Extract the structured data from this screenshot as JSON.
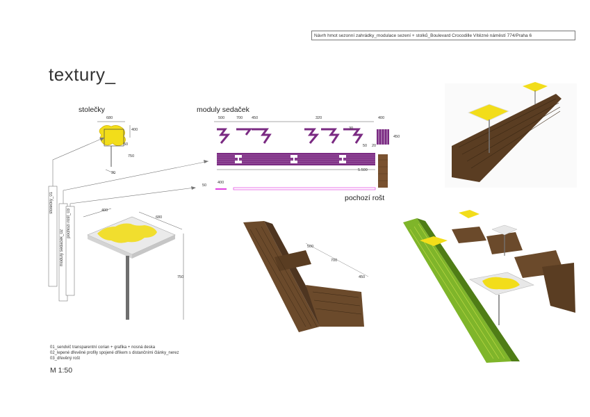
{
  "header": {
    "project_title": "Návrh hmot sezonní zahrádky_modulace sezení + stolků_Boulevard Crocodille Vítězné náměstí 774/Praha 6",
    "page_title": "textury_"
  },
  "sections": {
    "tables": "stolečky",
    "seat_modules": "moduly sedaček",
    "walkway_grate": "pochozí rošt"
  },
  "dimensions": {
    "table_width": "680",
    "table_depth": "400",
    "table_mid": "50",
    "table_height": "750",
    "table_leg": "30",
    "seat_a": "500",
    "seat_b": "700",
    "seat_c": "450",
    "seat_d": "320",
    "seat_e": "400",
    "seat_h1": "30",
    "seat_h2": "50",
    "seat_h3": "20",
    "seat_h4": "450",
    "seat_total": "5.500",
    "grate_height": "50",
    "grate_width": "400",
    "persp_table_w": "400",
    "persp_table_d": "680",
    "persp_table_h": "750",
    "render_dim_1": "500",
    "render_dim_2": "700",
    "render_dim_3": "450"
  },
  "callouts": {
    "c1": "stolečky_01",
    "c2": "moduly sedaček_02",
    "c3": "pochozí rošt_03"
  },
  "legend": [
    "01_sendvič transparentní corian + grafika + nosná deska",
    "02_lepené dřevěné profily spojené dříkem s distančními články_nerez",
    "03_dřevěný rošt"
  ],
  "scale": "M 1:50",
  "colors": {
    "purple": "#7a2a82",
    "yellow": "#f2dd1a",
    "wood": "#6b4a2b",
    "green": "#7fb52a"
  }
}
